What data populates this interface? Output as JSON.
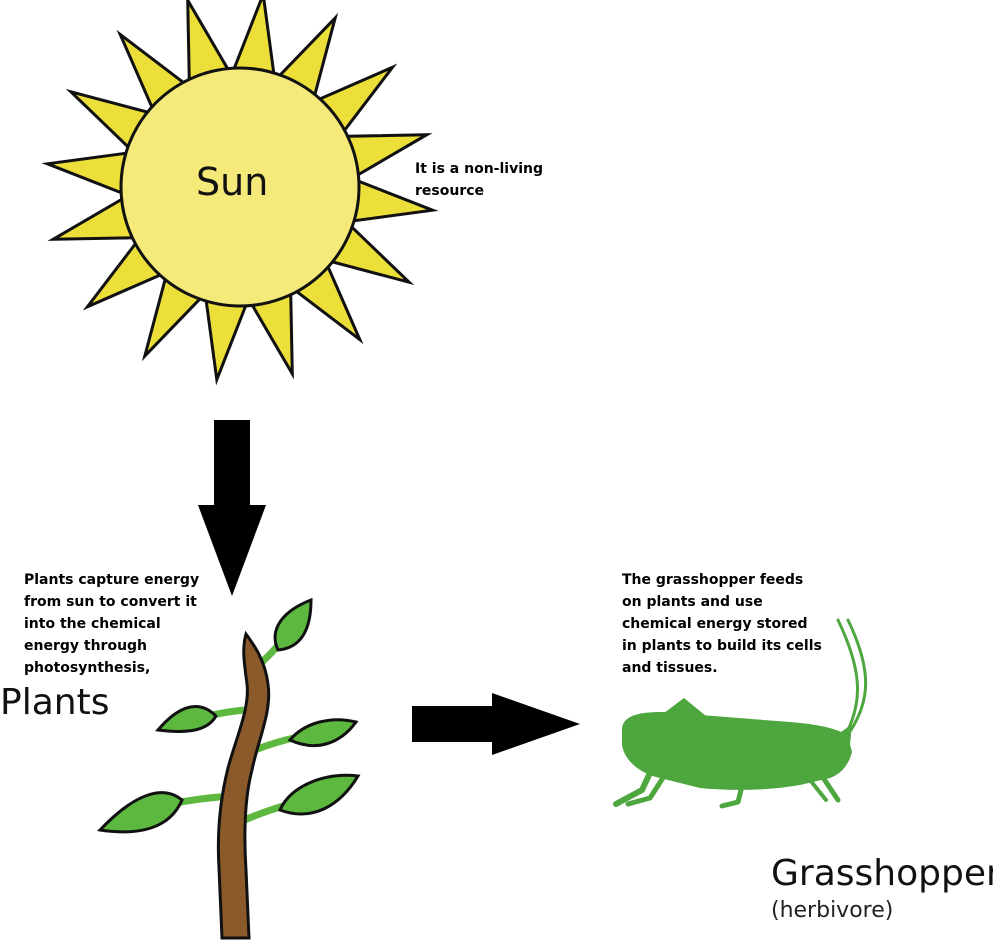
{
  "sun": {
    "label": "Sun",
    "note": "It is a non-living resource",
    "fill_color": "#f5e97a",
    "ray_color": "#eddf3a"
  },
  "plants": {
    "label": "Plants",
    "note": "Plants capture energy from sun to convert it into the chemical energy through photosynthesis,",
    "leaf_color": "#5db83f",
    "stem_color": "#8b5a2b"
  },
  "grasshopper": {
    "label": "Grasshopper",
    "sublabel": "(herbivore)",
    "note": "The grasshopper feeds on plants and use chemical energy stored in plants to build its cells and tissues.",
    "body_color": "#4ea63f"
  },
  "arrows": {
    "color": "#000000"
  }
}
